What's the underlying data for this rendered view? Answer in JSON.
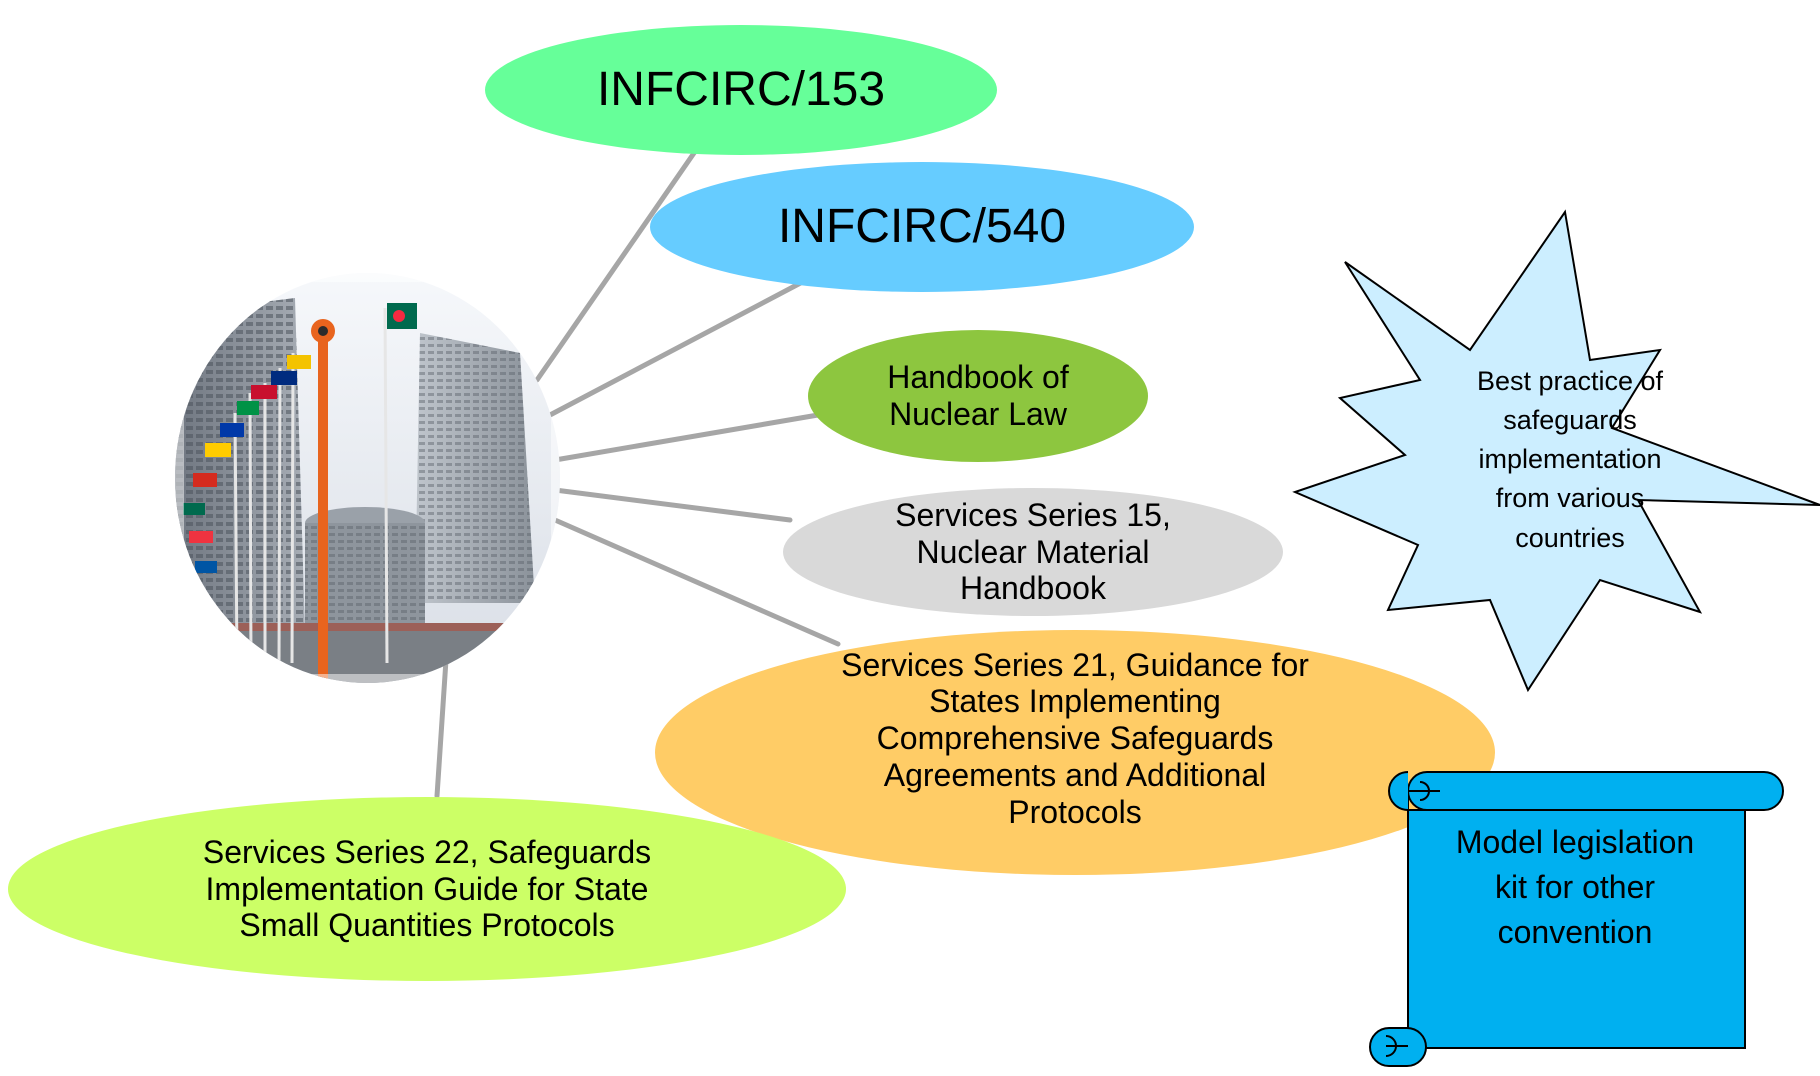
{
  "nodes": {
    "infcirc153": "INFCIRC/153",
    "infcirc540": "INFCIRC/540",
    "handbook_nuclear_law": "Handbook of\nNuclear Law",
    "services_series_15": "Services Series 15,\nNuclear Material\nHandbook",
    "services_series_21": "Services Series 21, Guidance for\nStates Implementing\nComprehensive Safeguards\nAgreements and Additional\nProtocols",
    "services_series_22": "Services Series 22, Safeguards\nImplementation Guide for State\nSmall Quantities Protocols",
    "best_practice": "Best practice of\nsafeguards\nimplementation\nfrom various\ncountries",
    "model_legislation": "Model legislation\nkit for other\nconvention"
  },
  "colors": {
    "infcirc153": "#66ff99",
    "infcirc540": "#66ccff",
    "handbook": "#8dc63f",
    "ss15": "#d9d9d9",
    "ss21": "#ffcc66",
    "ss22": "#ccff66",
    "burst": "#cceeff",
    "scroll": "#00b0f0",
    "connector": "#a6a6a6"
  },
  "icons": {
    "photo": "iaea-headquarters-photo",
    "burst": "explosion-star-shape",
    "scroll": "scroll-shape"
  }
}
